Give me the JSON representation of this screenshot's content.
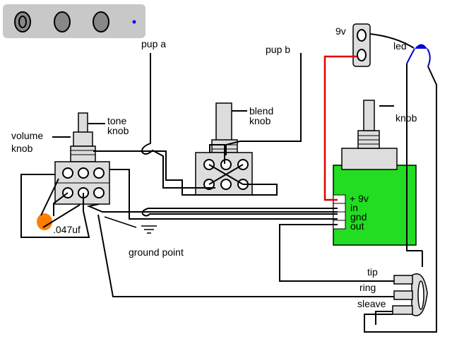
{
  "labels": {
    "nine_volt": "9v",
    "led": "led",
    "pup_a": "pup a",
    "pup_b": "pup b",
    "tone_knob": "tone\nknob",
    "blend_knob": "blend\nknob",
    "volume_knob": "volume\nknob",
    "knob": "knob",
    "plus_9v": "+ 9v",
    "in": "in",
    "gnd": "gnd",
    "out": "out",
    "capacitor": ".047uf",
    "ground_point": "ground point",
    "tip": "tip",
    "ring": "ring",
    "sleave": "sleave"
  },
  "colors": {
    "wire": "#000000",
    "power_wire": "#e00000",
    "led_wire": "#0000cc",
    "preamp_board": "#22dd22",
    "capacitor": "#ff8000",
    "toolbar": "#c8c8c8"
  }
}
